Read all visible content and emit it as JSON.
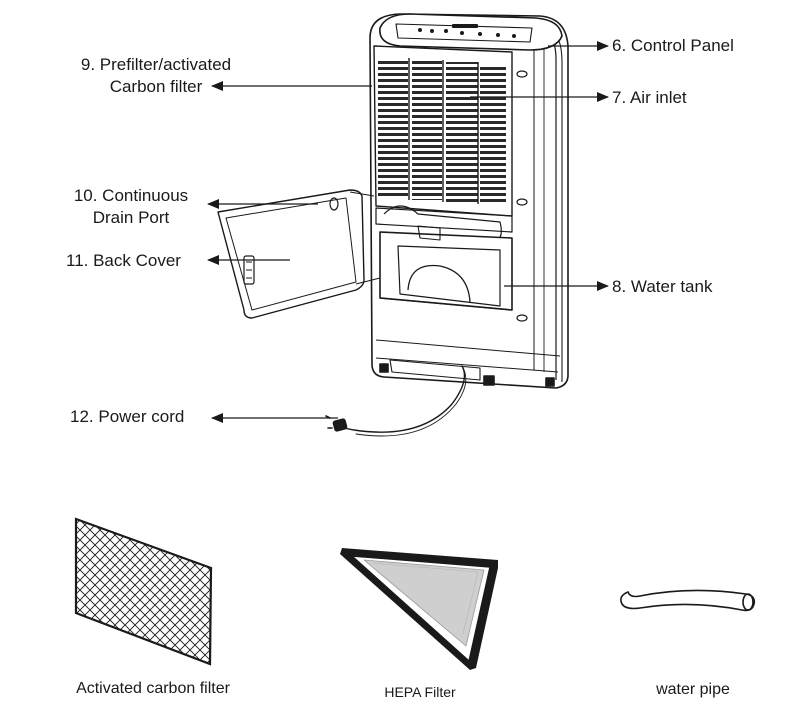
{
  "callouts": {
    "c6": "6. Control Panel",
    "c7": "7. Air inlet",
    "c8": "8. Water tank",
    "c9_line1": "9. Prefilter/activated",
    "c9_line2": "Carbon  filter",
    "c10_line1": "10. Continuous",
    "c10_line2": "Drain Port",
    "c11": "11. Back Cover",
    "c12": "12. Power cord"
  },
  "accessories": [
    {
      "name": "Activated carbon  filter",
      "icon": "carbon-filter-mesh"
    },
    {
      "name": "HEPA Filter",
      "icon": "hepa-filter-frame"
    },
    {
      "name": "water pipe",
      "icon": "water-pipe-tube"
    }
  ],
  "colors": {
    "line": "#1a1a1a",
    "background": "#ffffff"
  }
}
